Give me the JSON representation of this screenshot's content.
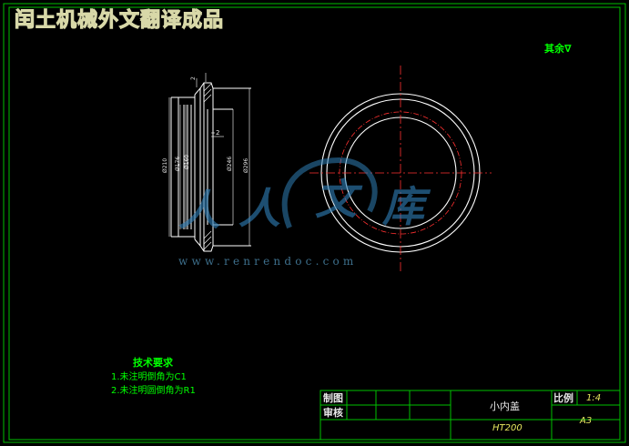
{
  "banner": {
    "title": "闰土机械外文翻译成品"
  },
  "roughness_note": "其余",
  "technical_requirements": {
    "title": "技术要求",
    "items": [
      "1.未注明倒角为C1",
      "2.未注明圆倒角为R1"
    ]
  },
  "title_block": {
    "drawn_label": "制图",
    "checked_label": "审核",
    "part_name": "小内盖",
    "scale_label": "比例",
    "scale_value": "1:4",
    "material": "HT200",
    "sheet_size": "A3"
  },
  "section_view": {
    "dimensions": [
      "Ø210",
      "Ø176",
      "Ø160",
      "Ø246",
      "Ø296"
    ],
    "ticks": [
      "2",
      "2"
    ]
  },
  "watermark": {
    "url": "www.renrendoc.com",
    "glyphs": [
      "人",
      "人",
      "文",
      "库"
    ]
  },
  "colors": {
    "frame": "#00c000",
    "part": "#ffffff",
    "center": "#ff3030",
    "accent": "#00ff00"
  }
}
